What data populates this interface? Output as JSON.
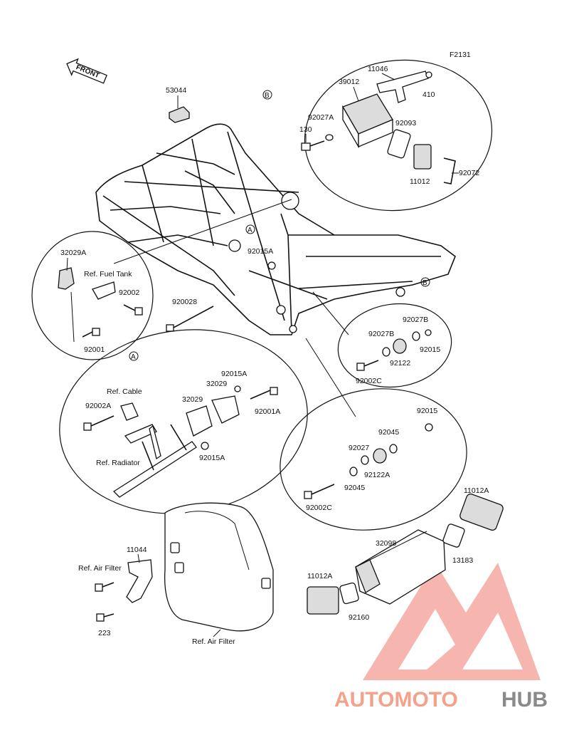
{
  "figure_code": "F2131",
  "front_label": "FRONT",
  "circle_a": "A",
  "circle_b": "B",
  "parts": {
    "p53044": "53044",
    "p11046": "11046",
    "p39012": "39012",
    "p410": "410",
    "p92027A": "92027A",
    "p130": "130",
    "p92093": "92093",
    "p11012": "11012",
    "p92072": "92072",
    "p32029A": "32029A",
    "refFuelTank": "Ref. Fuel Tank",
    "p92002": "92002",
    "p92001": "92001",
    "p92015A_top": "92015A",
    "p920028": "920028",
    "p92027B_1": "92027B",
    "p92027B_2": "92027B",
    "p92015_b": "92015",
    "p92122": "92122",
    "p92002C_1": "92002C",
    "p92015A_2": "92015A",
    "p32029": "32029",
    "refCable": "Ref. Cable",
    "p92002A": "92002A",
    "p32029_2": "32029",
    "p92001A": "92001A",
    "refRadiator": "Ref. Radiator",
    "p92015A_3": "92015A",
    "p92015_c": "92015",
    "p92045_1": "92045",
    "p92027": "92027",
    "p92122A": "92122A",
    "p92045_2": "92045",
    "p92002C_2": "92002C",
    "p11012A_1": "11012A",
    "p32098": "32098",
    "p13183": "13183",
    "p11044": "11044",
    "refAirFilter1": "Ref. Air Filter",
    "p223": "223",
    "refAirFilter2": "Ref. Air Filter",
    "p11012A_2": "11012A",
    "p92160": "92160"
  },
  "watermark": {
    "part1": "AUTOMOTO",
    "part2": "HUB",
    "color1": "#f4a28c",
    "color2": "#8a8a8a",
    "triangle_color": "#f4a8a0"
  }
}
